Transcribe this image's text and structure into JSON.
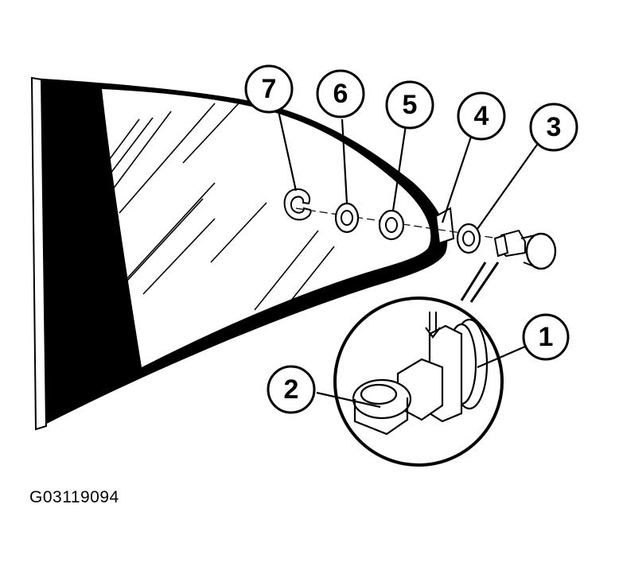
{
  "figure": {
    "id": "G03119094"
  },
  "callouts": [
    {
      "number": "1"
    },
    {
      "number": "2"
    },
    {
      "number": "3"
    },
    {
      "number": "4"
    },
    {
      "number": "5"
    },
    {
      "number": "6"
    },
    {
      "number": "7"
    }
  ],
  "colors": {
    "ink": "#000000",
    "glass": "#ffffff"
  }
}
